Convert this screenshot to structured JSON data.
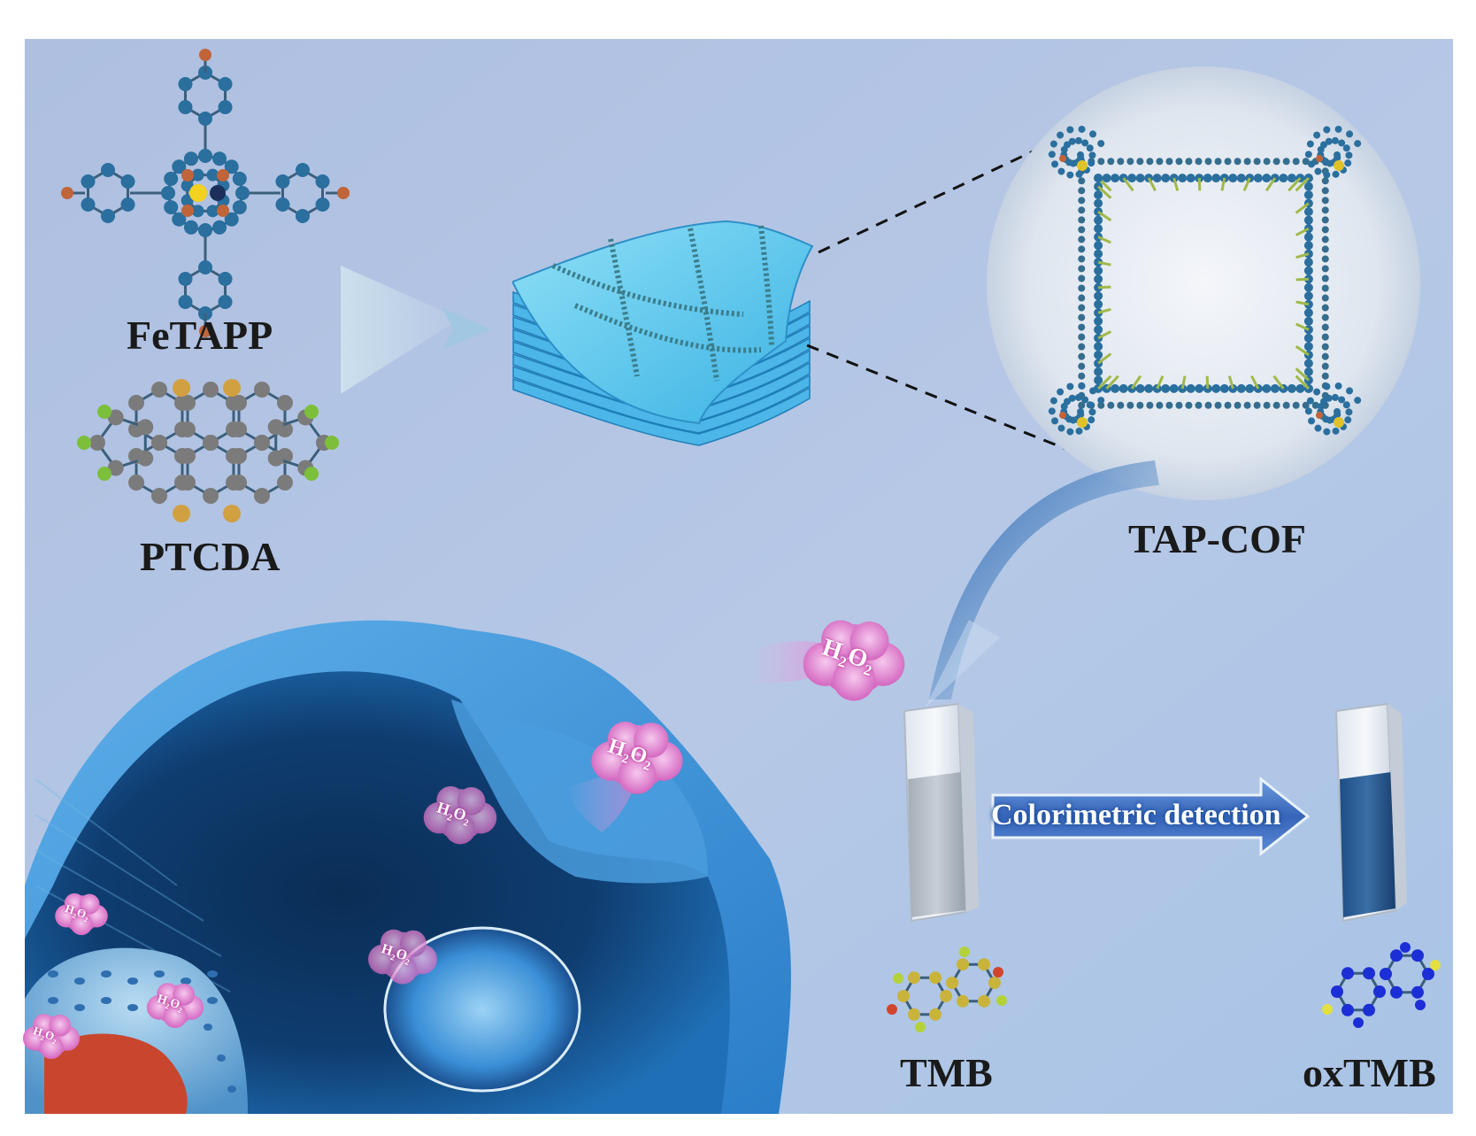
{
  "labels": {
    "fetapp": "FeTAPP",
    "ptcda": "PTCDA",
    "tap_cof": "TAP-COF",
    "colorimetric_detection": "Colorimetric detection",
    "tmb": "TMB",
    "oxtmb": "oxTMB"
  },
  "h2o2": {
    "h": "H",
    "sub2": "2",
    "o": "O"
  },
  "colors": {
    "background": "#b4c7e3",
    "atom_blue": "#2a6f9e",
    "atom_orange": "#c0643a",
    "atom_gray": "#7b7b7b",
    "atom_green": "#7bbf3a",
    "atom_gold": "#d1a040",
    "cell_blue": "#2f6ea8",
    "cloud_pink": "#e58ad1",
    "arrow_blue": "#3d72c6",
    "oxtmb_blue": "#1c2fd6"
  }
}
